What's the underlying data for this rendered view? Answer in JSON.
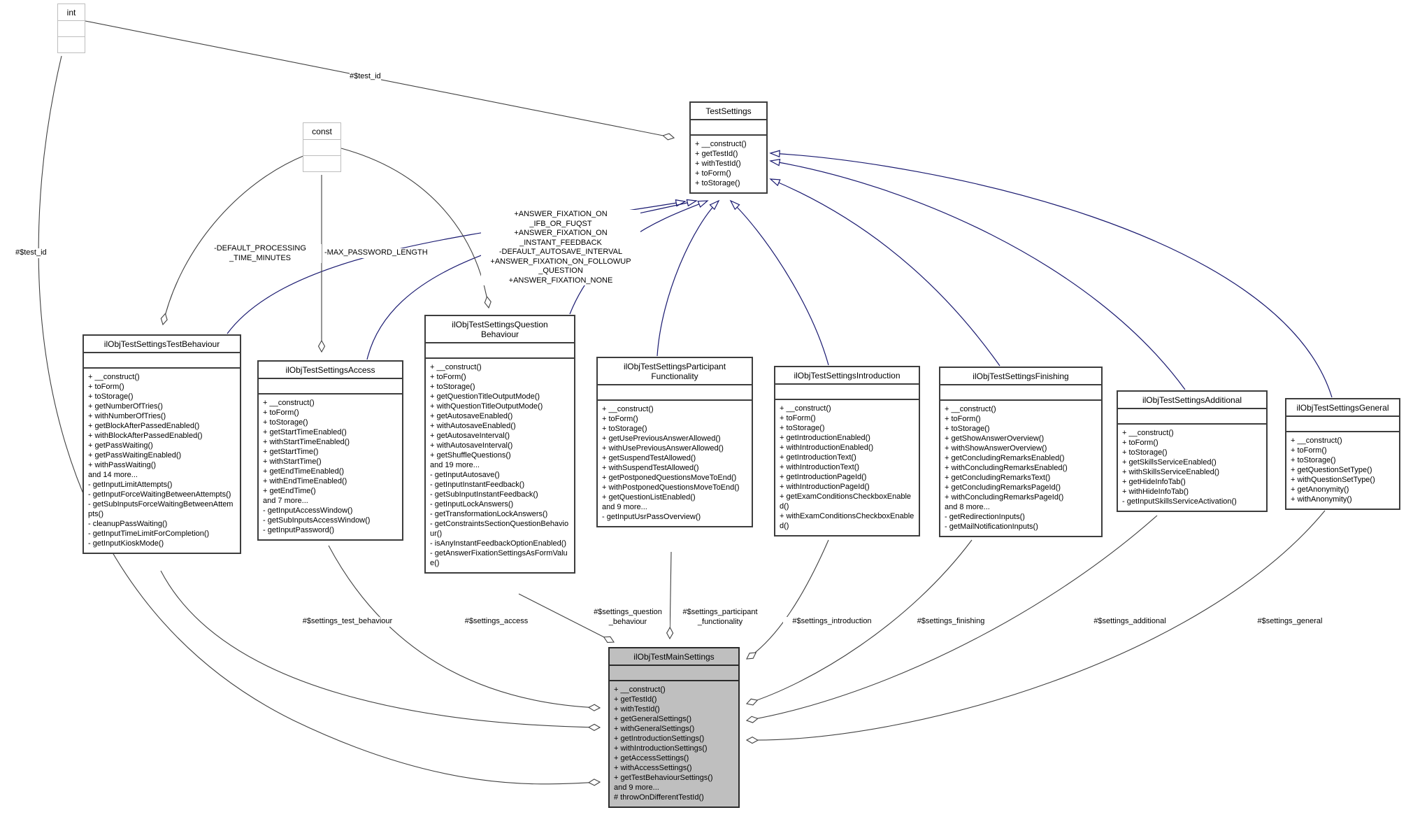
{
  "diagram_title": "UML collaboration diagram for ilObjTestMainSettings",
  "colors": {
    "inheritance_line": "#191970",
    "aggregation_line": "#404040",
    "highlight_fill": "#bfbfbf",
    "box_border": "#3d3d3d",
    "external_box_border": "#bdbdbd"
  },
  "classes": {
    "int": {
      "title_lines": [
        "int"
      ],
      "methods": []
    },
    "const": {
      "title_lines": [
        "const"
      ],
      "methods": []
    },
    "test_settings": {
      "title_lines": [
        "TestSettings"
      ],
      "methods": [
        "+ __construct()",
        "+ getTestId()",
        "+ withTestId()",
        "+ toForm()",
        "+ toStorage()"
      ]
    },
    "test_behaviour": {
      "title_lines": [
        "ilObjTestSettingsTestBehaviour"
      ],
      "methods": [
        "+ __construct()",
        "+ toForm()",
        "+ toStorage()",
        "+ getNumberOfTries()",
        "+ withNumberOfTries()",
        "+ getBlockAfterPassedEnabled()",
        "+ withBlockAfterPassedEnabled()",
        "+ getPassWaiting()",
        "+ getPassWaitingEnabled()",
        "+ withPassWaiting()",
        "and 14 more...",
        "- getInputLimitAttempts()",
        "- getInputForceWaitingBetweenAttempts()",
        "- getSubInputsForceWaitingBetweenAttempts()",
        "- cleanupPassWaiting()",
        "- getInputTimeLimitForCompletion()",
        "- getInputKioskMode()"
      ]
    },
    "access": {
      "title_lines": [
        "ilObjTestSettingsAccess"
      ],
      "methods": [
        "+ __construct()",
        "+ toForm()",
        "+ toStorage()",
        "+ getStartTimeEnabled()",
        "+ withStartTimeEnabled()",
        "+ getStartTime()",
        "+ withStartTime()",
        "+ getEndTimeEnabled()",
        "+ withEndTimeEnabled()",
        "+ getEndTime()",
        "and 7 more...",
        "- getInputAccessWindow()",
        "- getSubInputsAccessWindow()",
        "- getInputPassword()"
      ]
    },
    "question_behaviour": {
      "title_lines": [
        "ilObjTestSettingsQuestion",
        "Behaviour"
      ],
      "methods": [
        "+ __construct()",
        "+ toForm()",
        "+ toStorage()",
        "+ getQuestionTitleOutputMode()",
        "+ withQuestionTitleOutputMode()",
        "+ getAutosaveEnabled()",
        "+ withAutosaveEnabled()",
        "+ getAutosaveInterval()",
        "+ withAutosaveInterval()",
        "+ getShuffleQuestions()",
        "and 19 more...",
        "- getInputAutosave()",
        "- getInputInstantFeedback()",
        "- getSubInputInstantFeedback()",
        "- getInputLockAnswers()",
        "- getTransformationLockAnswers()",
        "- getConstraintsSectionQuestionBehaviour()",
        "- isAnyInstantFeedbackOptionEnabled()",
        "- getAnswerFixationSettingsAsFormValue()"
      ]
    },
    "participant": {
      "title_lines": [
        "ilObjTestSettingsParticipant",
        "Functionality"
      ],
      "methods": [
        "+ __construct()",
        "+ toForm()",
        "+ toStorage()",
        "+ getUsePreviousAnswerAllowed()",
        "+ withUsePreviousAnswerAllowed()",
        "+ getSuspendTestAllowed()",
        "+ withSuspendTestAllowed()",
        "+ getPostponedQuestionsMoveToEnd()",
        "+ withPostponedQuestionsMoveToEnd()",
        "+ getQuestionListEnabled()",
        "and 9 more...",
        "- getInputUsrPassOverview()"
      ]
    },
    "introduction": {
      "title_lines": [
        "ilObjTestSettingsIntroduction"
      ],
      "methods": [
        "+ __construct()",
        "+ toForm()",
        "+ toStorage()",
        "+ getIntroductionEnabled()",
        "+ withIntroductionEnabled()",
        "+ getIntroductionText()",
        "+ withIntroductionText()",
        "+ getIntroductionPageId()",
        "+ withIntroductionPageId()",
        "+ getExamConditionsCheckboxEnabled()",
        "+ withExamConditionsCheckboxEnabled()"
      ]
    },
    "finishing": {
      "title_lines": [
        "ilObjTestSettingsFinishing"
      ],
      "methods": [
        "+ __construct()",
        "+ toForm()",
        "+ toStorage()",
        "+ getShowAnswerOverview()",
        "+ withShowAnswerOverview()",
        "+ getConcludingRemarksEnabled()",
        "+ withConcludingRemarksEnabled()",
        "+ getConcludingRemarksText()",
        "+ getConcludingRemarksPageId()",
        "+ withConcludingRemarksPageId()",
        "and 8 more...",
        "- getRedirectionInputs()",
        "- getMailNotificationInputs()"
      ]
    },
    "additional": {
      "title_lines": [
        "ilObjTestSettingsAdditional"
      ],
      "methods": [
        "+ __construct()",
        "+ toForm()",
        "+ toStorage()",
        "+ getSkillsServiceEnabled()",
        "+ withSkillsServiceEnabled()",
        "+ getHideInfoTab()",
        "+ withHideInfoTab()",
        "- getInputSkillsServiceActivation()"
      ]
    },
    "general": {
      "title_lines": [
        "ilObjTestSettingsGeneral"
      ],
      "methods": [
        "+ __construct()",
        "+ toForm()",
        "+ toStorage()",
        "+ getQuestionSetType()",
        "+ withQuestionSetType()",
        "+ getAnonymity()",
        "+ withAnonymity()"
      ]
    },
    "main": {
      "title_lines": [
        "ilObjTestMainSettings"
      ],
      "methods": [
        "+ __construct()",
        "+ getTestId()",
        "+ withTestId()",
        "+ getGeneralSettings()",
        "+ withGeneralSettings()",
        "+ getIntroductionSettings()",
        "+ withIntroductionSettings()",
        "+ getAccessSettings()",
        "+ withAccessSettings()",
        "+ getTestBehaviourSettings()",
        "and 9 more...",
        "# throwOnDifferentTestId()"
      ]
    }
  },
  "edge_labels": {
    "test_id_top": "#$test_id",
    "test_id_left": "#$test_id",
    "default_processing_lines": [
      "-DEFAULT_PROCESSING",
      "_TIME_MINUTES"
    ],
    "max_password": "-MAX_PASSWORD_LENGTH",
    "answer_lines": [
      "+ANSWER_FIXATION_ON",
      "_IFB_OR_FUQST",
      "+ANSWER_FIXATION_ON",
      "_INSTANT_FEEDBACK",
      "-DEFAULT_AUTOSAVE_INTERVAL",
      "+ANSWER_FIXATION_ON_FOLLOWUP",
      "_QUESTION",
      "+ANSWER_FIXATION_NONE"
    ],
    "settings_test_behaviour": "#$settings_test_behaviour",
    "settings_access": "#$settings_access",
    "settings_question_behaviour_lines": [
      "#$settings_question",
      "_behaviour"
    ],
    "settings_participant_lines": [
      "#$settings_participant",
      "_functionality"
    ],
    "settings_introduction": "#$settings_introduction",
    "settings_finishing": "#$settings_finishing",
    "settings_additional": "#$settings_additional",
    "settings_general": "#$settings_general"
  }
}
